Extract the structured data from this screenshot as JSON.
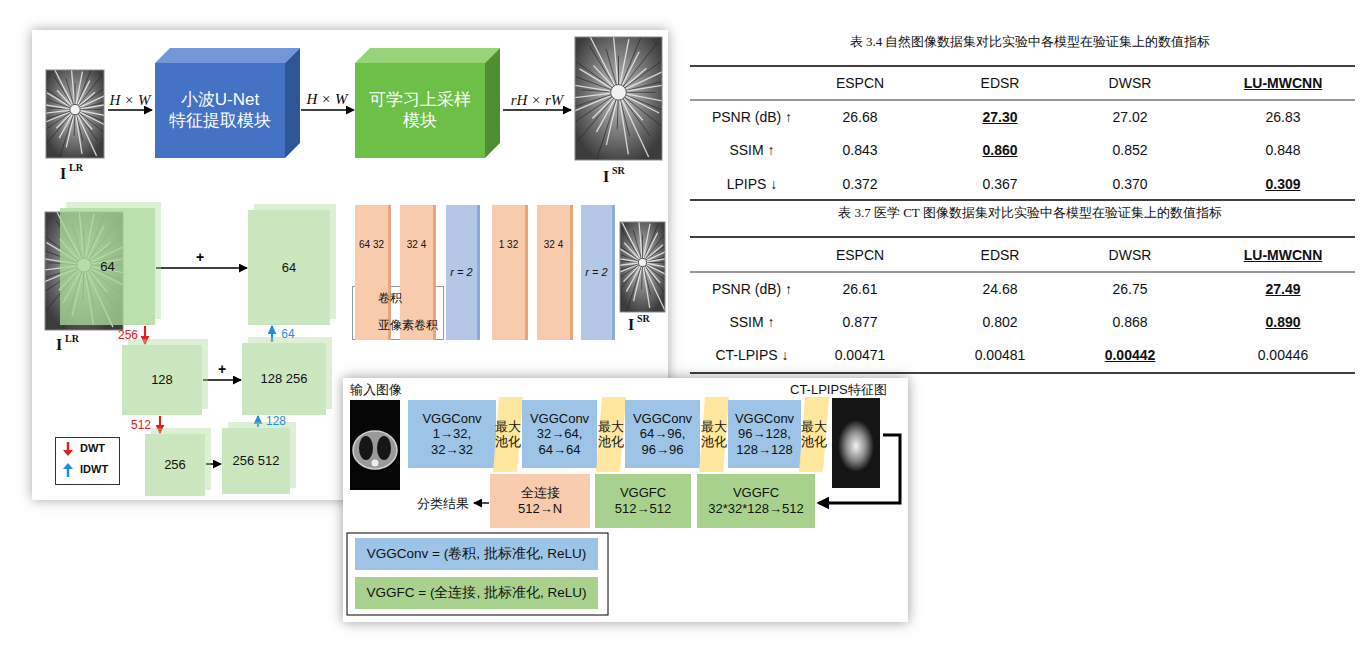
{
  "diagram": {
    "nodes": [
      {
        "text": [
          "小波U-Net 特征提取模块"
        ]
      },
      {
        "text": [
          "可学习上采样 模块"
        ]
      },
      {
        "text": [
          "64"
        ]
      },
      {
        "text": [
          "64"
        ]
      },
      {
        "text": [
          "128"
        ]
      },
      {
        "text": [
          "128 256"
        ]
      },
      {
        "text": [
          "256"
        ]
      },
      {
        "text": [
          "256 512"
        ]
      },
      {
        "text": [
          "64 32"
        ]
      },
      {
        "text": [
          "32 4"
        ]
      },
      {
        "text": [
          "r = 2"
        ]
      },
      {
        "text": [
          "1 32"
        ]
      },
      {
        "text": [
          "32 4"
        ]
      },
      {
        "text": [
          "r = 2"
        ]
      },
      {
        "text": [
          "VGGConv",
          "1→32, 32→32"
        ]
      },
      {
        "text": [
          "最大池化"
        ]
      },
      {
        "text": [
          "VGGConv",
          "32→64, 64→64"
        ]
      },
      {
        "text": [
          "最大池化"
        ]
      },
      {
        "text": [
          "VGGConv",
          "64→96, 96→96"
        ]
      },
      {
        "text": [
          "最大池化"
        ]
      },
      {
        "text": [
          "VGGConv",
          "96→128, 128→128"
        ]
      },
      {
        "text": [
          "最大池化"
        ]
      },
      {
        "text": [
          "全连接",
          "512→N"
        ]
      },
      {
        "text": [
          "VGGFC",
          "512→512"
        ]
      },
      {
        "text": [
          "VGGFC",
          "32*32*128→512"
        ]
      },
      {
        "text": [
          "VGGConv = (卷积, 批标准化, ReLU)"
        ]
      },
      {
        "text": [
          "VGGFC = (全连接, 批标准化, ReLU)"
        ]
      }
    ],
    "edges": [
      {
        "from": 0,
        "to": 1,
        "arrow": "to",
        "label": "H × W"
      },
      {
        "from": 2,
        "to": 3,
        "arrow": "to",
        "label": "+"
      },
      {
        "from": 2,
        "to": 4,
        "arrow": "to",
        "label": "256"
      },
      {
        "from": 4,
        "to": 5,
        "arrow": "to",
        "label": "+"
      },
      {
        "from": 4,
        "to": 6,
        "arrow": "to",
        "label": "512"
      },
      {
        "from": 6,
        "to": 7,
        "arrow": "to"
      },
      {
        "from": 7,
        "to": 5,
        "arrow": "to",
        "label": "128"
      },
      {
        "from": 5,
        "to": 3,
        "arrow": "to",
        "label": "64"
      }
    ],
    "labels": [
      "H × W",
      "rH × rW",
      "I",
      "LR",
      "I",
      "SR",
      "I",
      "LR",
      "I",
      "SR",
      "表 3.4 自然图像数据集对比实验中各模型在验证集上的数值指标",
      "ESPCN",
      "EDSR",
      "DWSR",
      "LU-MWCNN",
      "PSNR (dB) ↑",
      "26.68",
      "27.30",
      "27.02",
      "26.83",
      "SSIM ↑",
      "0.843",
      "0.860",
      "0.852",
      "0.848",
      "LPIPS ↓",
      "0.372",
      "0.367",
      "0.370",
      "0.309",
      "表 3.7 医学 CT 图像数据集对比实验中各模型在验证集上的数值指标",
      "ESPCN",
      "EDSR",
      "DWSR",
      "LU-MWCNN",
      "PSNR (dB) ↑",
      "26.61",
      "24.68",
      "26.75",
      "27.49",
      "SSIM ↑",
      "0.877",
      "0.802",
      "0.868",
      "0.890",
      "CT-LPIPS ↓",
      "0.00471",
      "0.00481",
      "0.00442",
      "0.00446",
      "输入图像",
      "CT-LPIPS特征图",
      "分类结果"
    ],
    "legend": [
      {
        "text": "DWT"
      },
      {
        "text": "IDWT"
      },
      {
        "text": "卷积",
        "color": "#f8cbad"
      },
      {
        "text": "亚像素卷积",
        "color": "#b4c7e7"
      }
    ]
  }
}
